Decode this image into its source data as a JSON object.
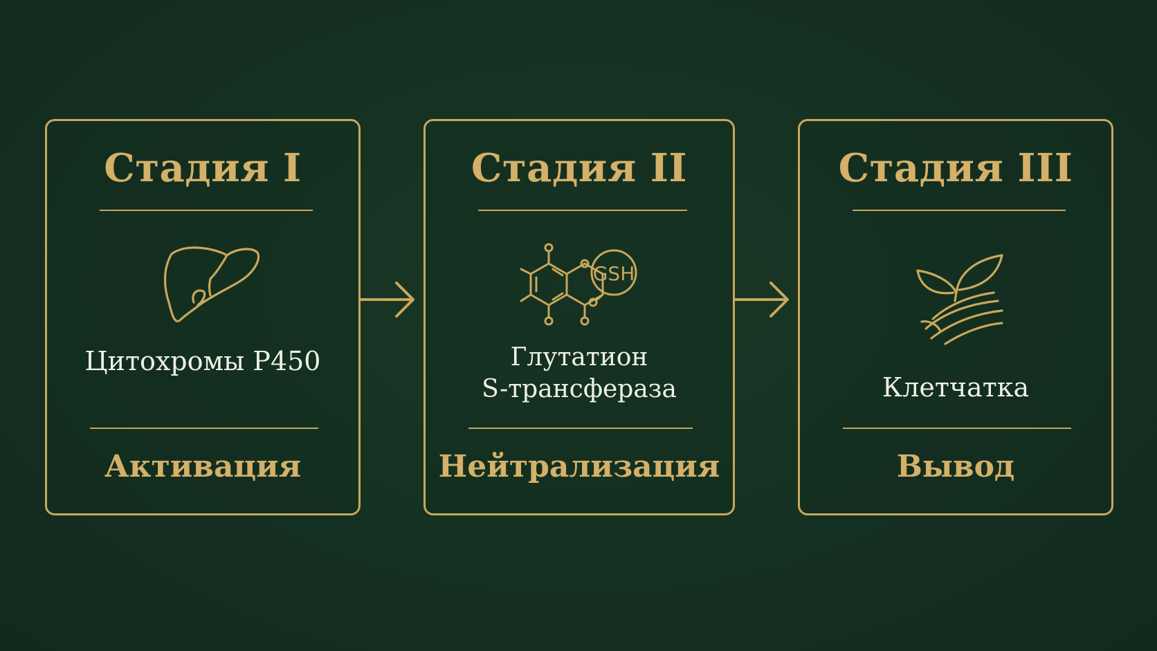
{
  "colors": {
    "background": "#143022",
    "gold": "#c9a75c",
    "text_light": "#eef0e6"
  },
  "stages": [
    {
      "title": "Стадия I",
      "icon": "liver-icon",
      "label_lines": [
        "Цитохромы P450"
      ],
      "phase": "Активация"
    },
    {
      "title": "Стадия II",
      "icon": "molecule-gsh-icon",
      "icon_text": "GSH",
      "label_lines": [
        "Глутатион",
        "S-трансфераза"
      ],
      "phase": "Нейтрализация"
    },
    {
      "title": "Стадия III",
      "icon": "sprout-fiber-icon",
      "label_lines": [
        "Клетчатка"
      ],
      "phase": "Вывод"
    }
  ]
}
